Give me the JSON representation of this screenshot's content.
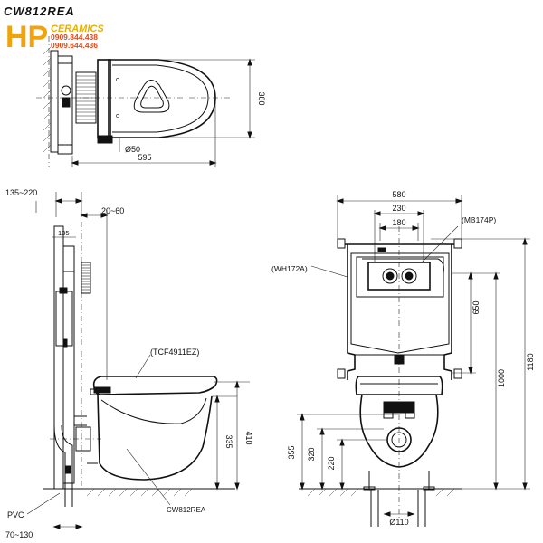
{
  "title": "CW812REA",
  "brand": {
    "logo_letters": "HP",
    "logo_word": "CERAMICS",
    "phone_1": "0909.844.438",
    "phone_2": "0909.644.436",
    "colors": {
      "logo_main": "#f0a30a",
      "logo_word": "#e8b000",
      "phone": "#e04a1a"
    }
  },
  "top_view": {
    "dim_width": "595",
    "dim_depth": "380",
    "dim_hole": "Ø50"
  },
  "side_view": {
    "dim_wall": "135~220",
    "dim_gap": "20~60",
    "dim_small": "135",
    "label_seat": "(TCF4911EZ)",
    "label_bowl": "CW812REA",
    "label_pipe": "PVC",
    "dim_base": "70~130",
    "dim_h335": "335",
    "dim_h410": "410"
  },
  "front_view": {
    "dim_580": "580",
    "dim_230": "230",
    "dim_180": "180",
    "label_plate": "(MB174P)",
    "label_frame": "(WH172A)",
    "dim_650": "650",
    "dim_1000": "1000",
    "dim_1180": "1180",
    "dim_355": "355",
    "dim_320": "320",
    "dim_220": "220",
    "dim_drain": "Ø110"
  }
}
